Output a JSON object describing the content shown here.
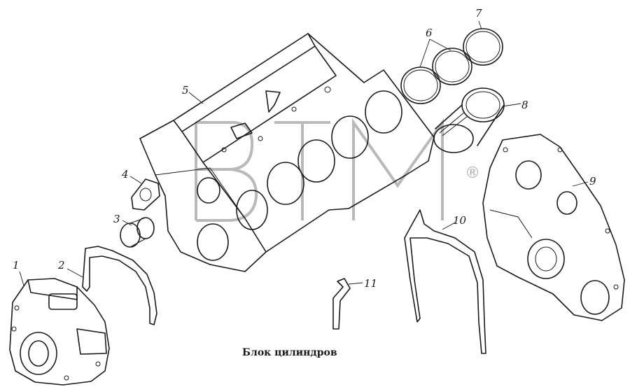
{
  "caption": "Блок цилиндров",
  "watermark": {
    "letters": "BTM",
    "registered_mark": "®"
  },
  "callouts": [
    {
      "id": "part-1",
      "text": "1"
    },
    {
      "id": "part-2",
      "text": "2"
    },
    {
      "id": "part-3",
      "text": "3"
    },
    {
      "id": "part-4",
      "text": "4"
    },
    {
      "id": "part-5",
      "text": "5"
    },
    {
      "id": "part-6",
      "text": "6"
    },
    {
      "id": "part-7",
      "text": "7"
    },
    {
      "id": "part-8",
      "text": "8"
    },
    {
      "id": "part-9",
      "text": "9"
    },
    {
      "id": "part-10",
      "text": "10"
    },
    {
      "id": "part-11",
      "text": "11"
    }
  ],
  "colors": {
    "ink": "#1a1a1a",
    "watermark": "#b9b9b9",
    "background": "#ffffff"
  }
}
